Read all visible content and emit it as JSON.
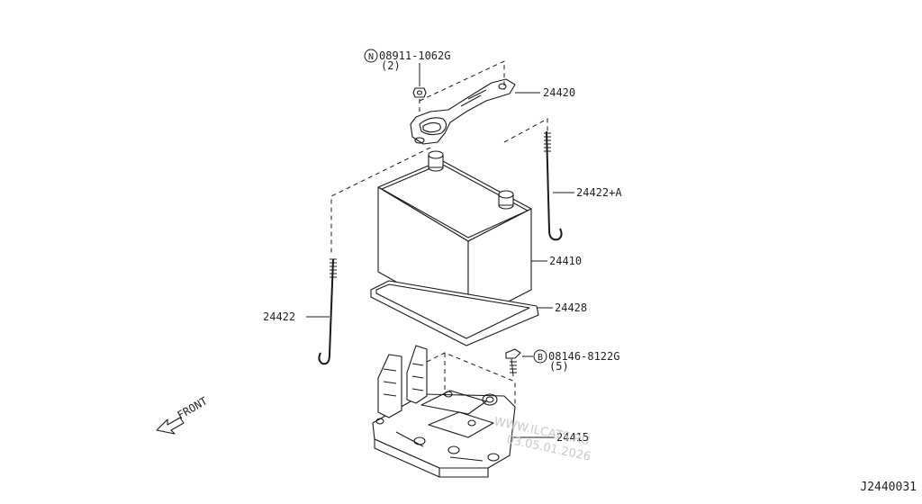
{
  "labels": {
    "nut_prefix": "N",
    "nut_part": "08911-1062G",
    "nut_qty": "(2)",
    "bolt_prefix": "B",
    "bolt_part": "08146-8122G",
    "bolt_qty": "(5)",
    "p24420": "24420",
    "p24422a": "24422+A",
    "p24410": "24410",
    "p24428": "24428",
    "p24422": "24422",
    "p24415": "24415",
    "front": "FRONT",
    "diagram_code": "J2440031"
  },
  "watermark": {
    "site": "WWW.ILCATS.RU",
    "date": "03.05.01.2026"
  }
}
